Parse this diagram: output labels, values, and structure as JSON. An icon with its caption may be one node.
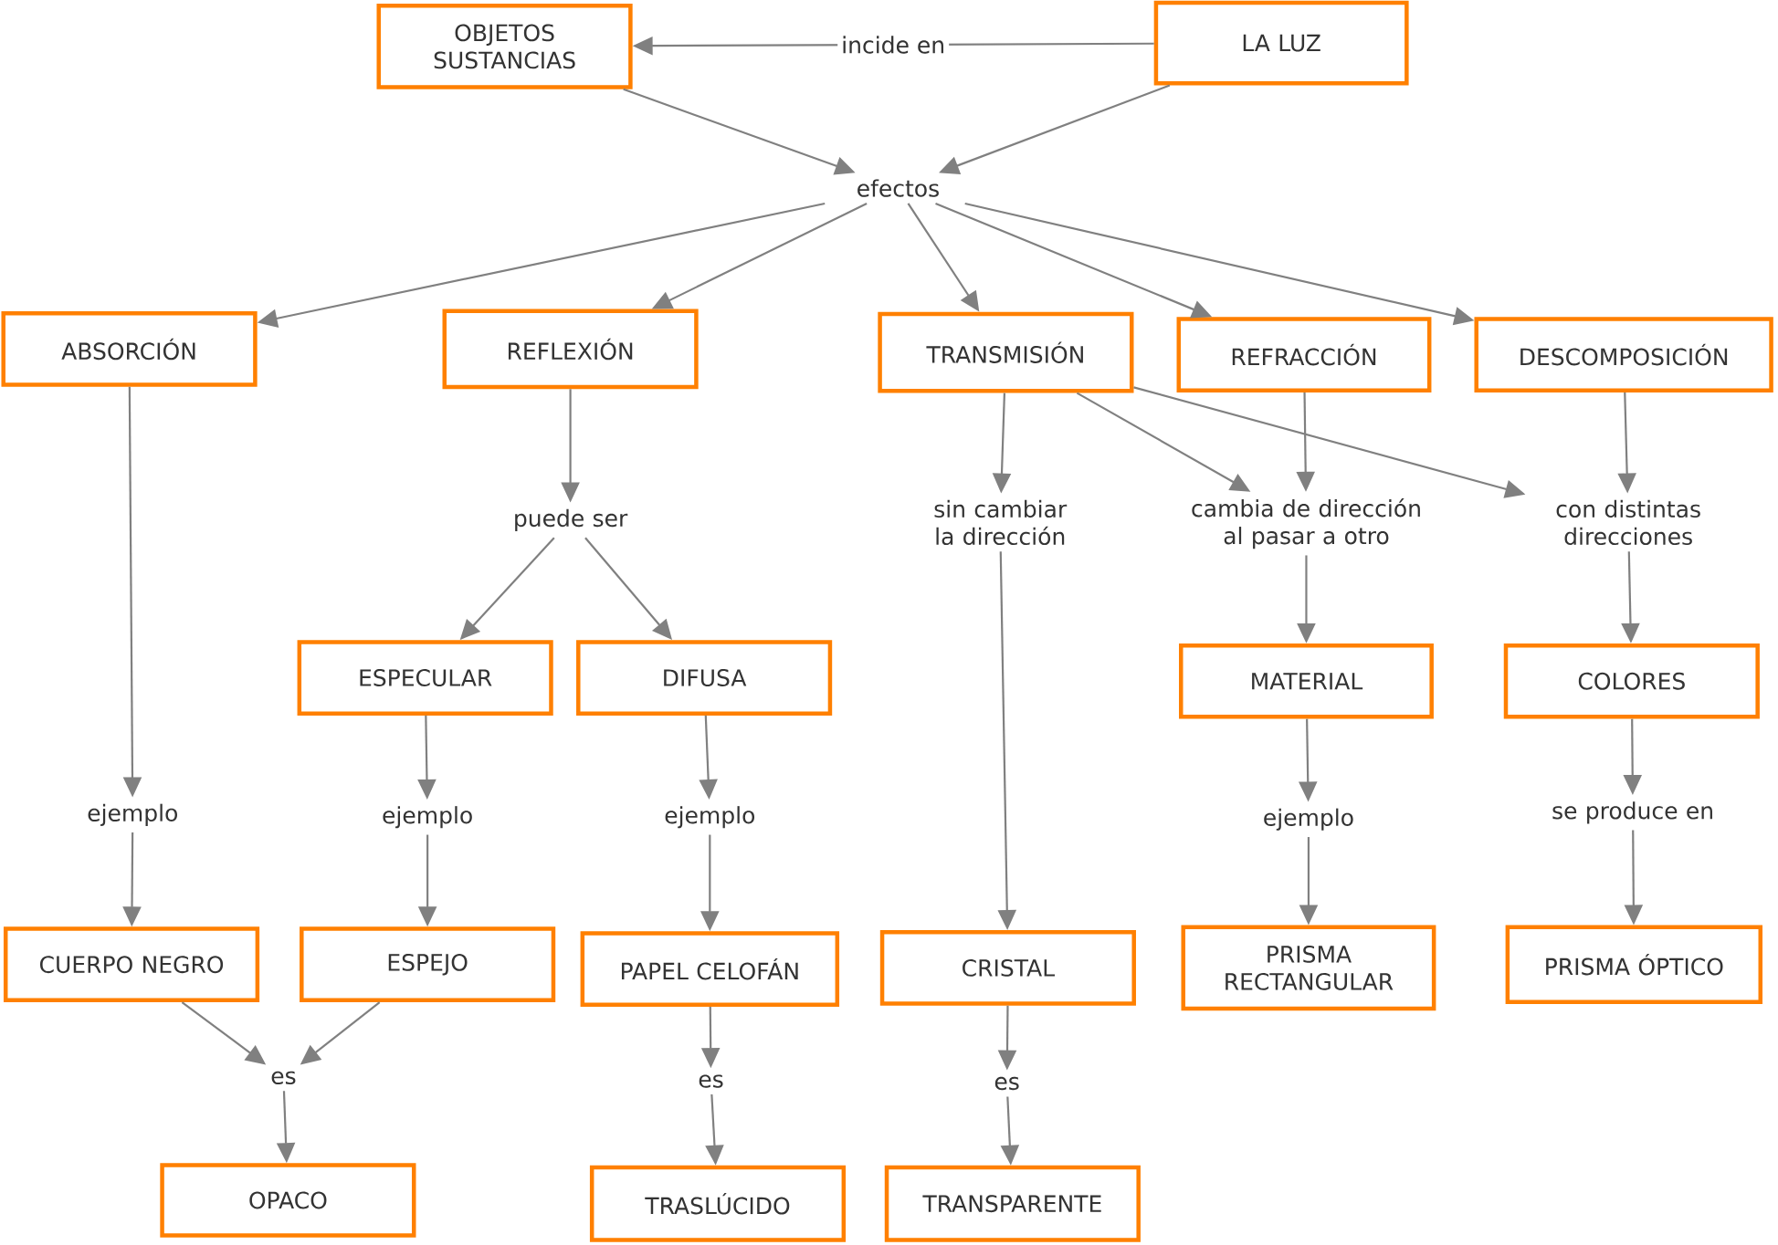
{
  "diagram": {
    "nodes": [
      {
        "text": [
          "OBJETOS SUSTANCIAS"
        ]
      },
      {
        "text": [
          "LA LUZ"
        ]
      },
      {
        "text": [
          "efectos"
        ]
      },
      {
        "text": [
          "ABSORCIÓN"
        ]
      },
      {
        "text": [
          "REFLEXIÓN"
        ]
      },
      {
        "text": [
          "TRANSMISIÓN"
        ]
      },
      {
        "text": [
          "REFRACCIÓN"
        ]
      },
      {
        "text": [
          "DESCOMPOSICIÓN"
        ]
      },
      {
        "text": [
          "puede ser"
        ]
      },
      {
        "text": [
          "sin cambiar la dirección"
        ]
      },
      {
        "text": [
          "cambia de dirección al pasar a otro"
        ]
      },
      {
        "text": [
          "con distintas direcciones"
        ]
      },
      {
        "text": [
          "ejemplo"
        ]
      },
      {
        "text": [
          "ESPECULAR"
        ]
      },
      {
        "text": [
          "DIFUSA"
        ]
      },
      {
        "text": [
          "MATERIAL"
        ]
      },
      {
        "text": [
          "COLORES"
        ]
      },
      {
        "text": [
          "ejemplo"
        ]
      },
      {
        "text": [
          "ejemplo"
        ]
      },
      {
        "text": [
          "ejemplo"
        ]
      },
      {
        "text": [
          "se produce en"
        ]
      },
      {
        "text": [
          "CUERPO NEGRO"
        ]
      },
      {
        "text": [
          "ESPEJO"
        ]
      },
      {
        "text": [
          "PAPEL CELOFÁN"
        ]
      },
      {
        "text": [
          "CRISTAL"
        ]
      },
      {
        "text": [
          "PRISMA RECTANGULAR"
        ]
      },
      {
        "text": [
          "PRISMA ÓPTICO"
        ]
      },
      {
        "text": [
          "es"
        ]
      },
      {
        "text": [
          "es"
        ]
      },
      {
        "text": [
          "es"
        ]
      },
      {
        "text": [
          "OPACO"
        ]
      },
      {
        "text": [
          "TRASLÚCIDO"
        ]
      },
      {
        "text": [
          "TRANSPARENTE"
        ]
      }
    ],
    "edges": [
      {
        "from": 1,
        "to": 0,
        "arrow": "to",
        "label": "incide en"
      },
      {
        "from": 0,
        "to": 2,
        "arrow": "to"
      },
      {
        "from": 1,
        "to": 2,
        "arrow": "to"
      },
      {
        "from": 2,
        "to": 3,
        "arrow": "to"
      },
      {
        "from": 2,
        "to": 4,
        "arrow": "to"
      },
      {
        "from": 2,
        "to": 5,
        "arrow": "to"
      },
      {
        "from": 2,
        "to": 6,
        "arrow": "to"
      },
      {
        "from": 2,
        "to": 7,
        "arrow": "to"
      },
      {
        "from": 3,
        "to": 12,
        "arrow": "to"
      },
      {
        "from": 12,
        "to": 21,
        "arrow": "to"
      },
      {
        "from": 4,
        "to": 8,
        "arrow": "to"
      },
      {
        "from": 8,
        "to": 13,
        "arrow": "to"
      },
      {
        "from": 8,
        "to": 14,
        "arrow": "to"
      },
      {
        "from": 13,
        "to": 17,
        "arrow": "to"
      },
      {
        "from": 17,
        "to": 22,
        "arrow": "to"
      },
      {
        "from": 14,
        "to": 18,
        "arrow": "to"
      },
      {
        "from": 18,
        "to": 23,
        "arrow": "to"
      },
      {
        "from": 21,
        "to": 27,
        "arrow": "to"
      },
      {
        "from": 22,
        "to": 27,
        "arrow": "to"
      },
      {
        "from": 27,
        "to": 30,
        "arrow": "to"
      },
      {
        "from": 23,
        "to": 28,
        "arrow": "to"
      },
      {
        "from": 28,
        "to": 31,
        "arrow": "to"
      },
      {
        "from": 5,
        "to": 9,
        "arrow": "to"
      },
      {
        "from": 9,
        "to": 24,
        "arrow": "to"
      },
      {
        "from": 24,
        "to": 29,
        "arrow": "to"
      },
      {
        "from": 29,
        "to": 32,
        "arrow": "to"
      },
      {
        "from": 5,
        "to": 10,
        "arrow": "to"
      },
      {
        "from": 5,
        "to": 11,
        "arrow": "to"
      },
      {
        "from": 6,
        "to": 10,
        "arrow": "to"
      },
      {
        "from": 10,
        "to": 15,
        "arrow": "to"
      },
      {
        "from": 15,
        "to": 19,
        "arrow": "to"
      },
      {
        "from": 19,
        "to": 25,
        "arrow": "to"
      },
      {
        "from": 7,
        "to": 11,
        "arrow": "to"
      },
      {
        "from": 11,
        "to": 16,
        "arrow": "to"
      },
      {
        "from": 16,
        "to": 20,
        "arrow": "to"
      },
      {
        "from": 20,
        "to": 26,
        "arrow": "to"
      }
    ]
  }
}
